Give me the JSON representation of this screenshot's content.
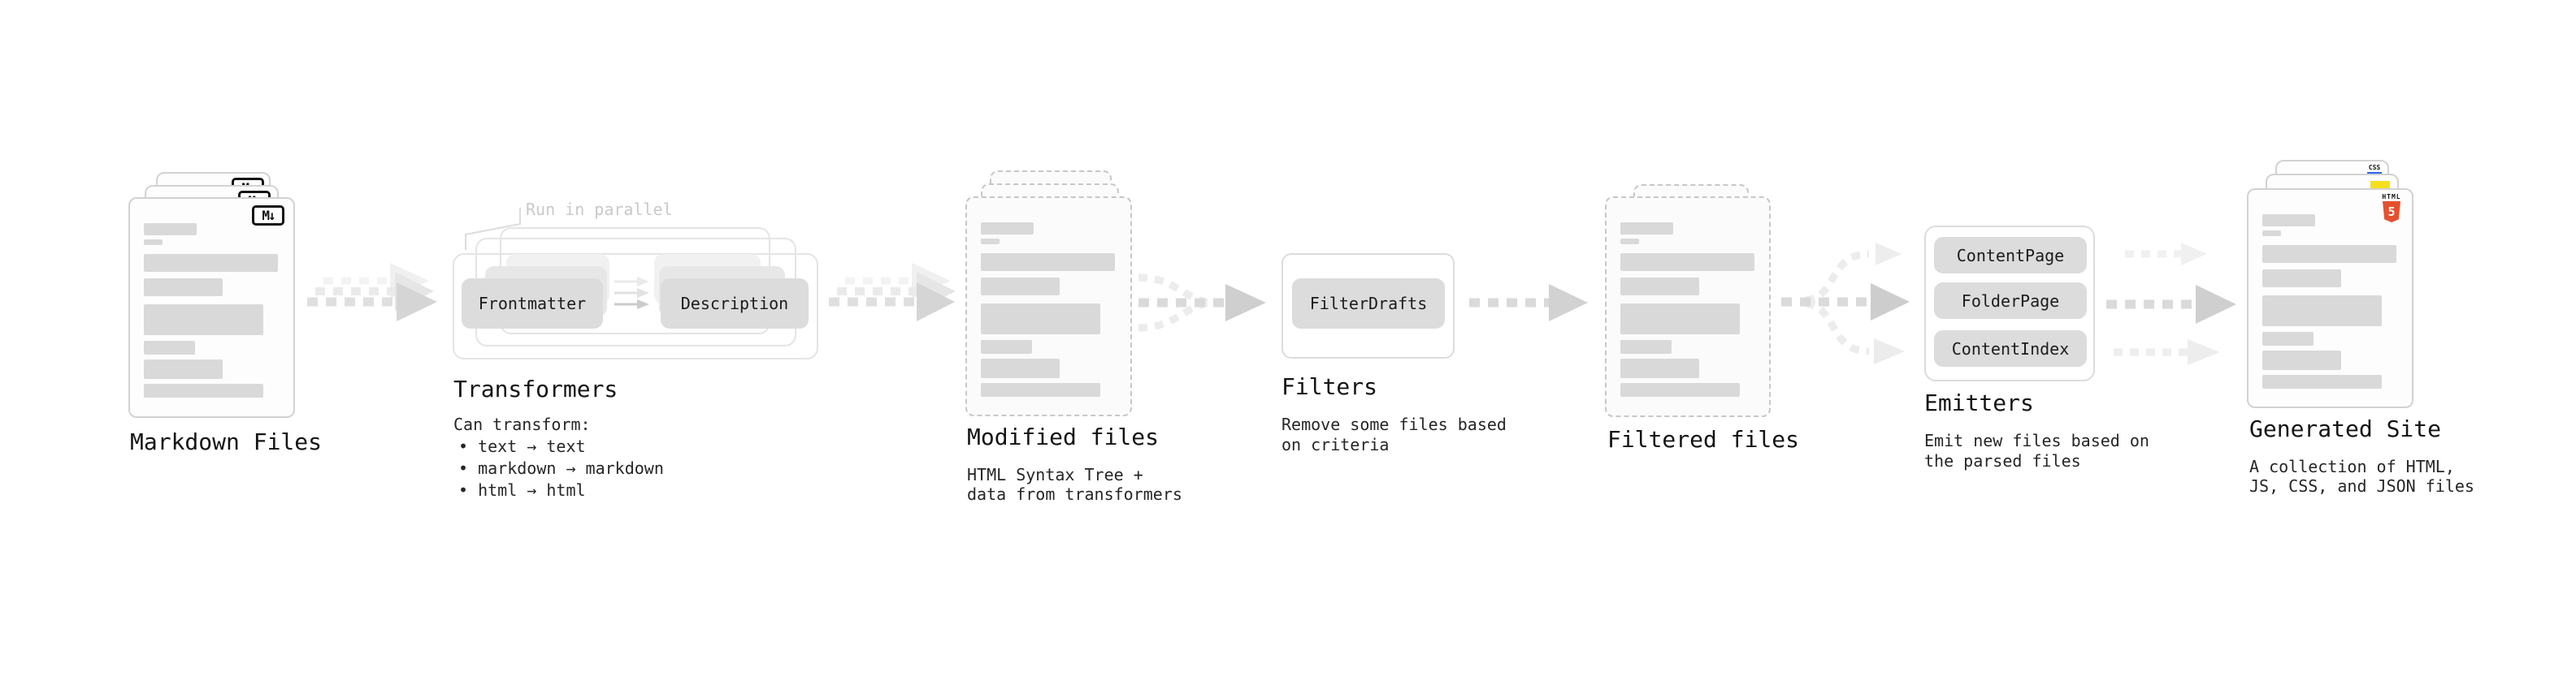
{
  "stages": {
    "markdown": {
      "title": "Markdown Files"
    },
    "transformers": {
      "title": "Transformers",
      "annotation": "Run in parallel",
      "box_left": "Frontmatter",
      "box_right": "Description",
      "sub": "Can transform:",
      "bullets": [
        "• text → text",
        "• markdown → markdown",
        "• html → html"
      ]
    },
    "modified": {
      "title": "Modified files",
      "sub1": "HTML Syntax Tree +",
      "sub2": "data from transformers"
    },
    "filters": {
      "title": "Filters",
      "box": "FilterDrafts",
      "sub1": "Remove some files based",
      "sub2": "on criteria"
    },
    "filtered": {
      "title": "Filtered files"
    },
    "emitters": {
      "title": "Emitters",
      "boxes": [
        "ContentPage",
        "FolderPage",
        "ContentIndex"
      ],
      "sub1": "Emit new files based on",
      "sub2": "the parsed files"
    },
    "generated": {
      "title": "Generated Site",
      "sub1": "A collection of HTML,",
      "sub2": "JS, CSS, and JSON files"
    }
  },
  "badges": {
    "markdown_logo": "M↓",
    "html5_word": "HTML",
    "html5_number": "5",
    "css_word": "CSS"
  },
  "colors": {
    "html5_orange": "#e5502e",
    "js_yellow": "#f6df1d",
    "css_blue": "#2965f1",
    "card_border": "#d2d2d2",
    "dashed_border": "#c7c7c7",
    "placeholder_gray": "#d9d9d9",
    "arrow_gray": "#d5d5d5"
  }
}
